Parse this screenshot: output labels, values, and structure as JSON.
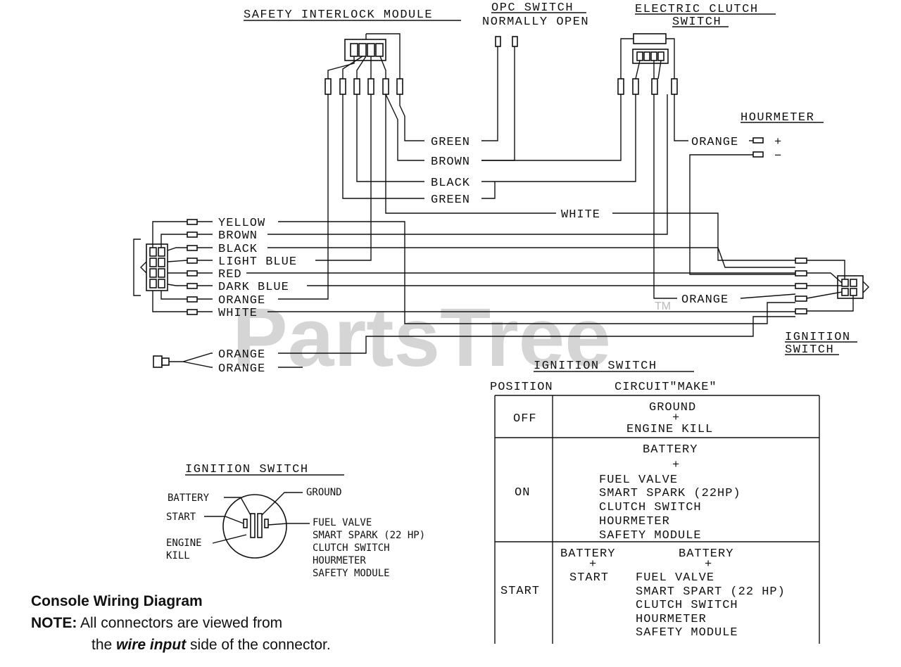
{
  "watermark": {
    "text": "PartsTree",
    "tm": "TM"
  },
  "headers": {
    "safety_module": "SAFETY INTERLOCK MODULE",
    "opc_switch_1": "OPC SWITCH",
    "opc_switch_2": "NORMALLY OPEN",
    "clutch_1": "ELECTRIC CLUTCH",
    "clutch_2": "SWITCH",
    "hourmeter": "HOURMETER",
    "ignition_right_1": "IGNITION",
    "ignition_right_2": "SWITCH",
    "ignition_small": "IGNITION SWITCH",
    "ignition_table": "IGNITION SWITCH"
  },
  "hourmeter_terms": {
    "plus": "+",
    "minus": "−"
  },
  "center_wires": {
    "green1": "GREEN",
    "brown": "BROWN",
    "black": "BLACK",
    "green2": "GREEN",
    "white": "WHITE",
    "orange_hour": "ORANGE",
    "orange_ign": "ORANGE"
  },
  "left_wires": [
    "YELLOW",
    "BROWN",
    "BLACK",
    "LIGHT BLUE",
    "RED",
    "DARK BLUE",
    "ORANGE",
    "WHITE"
  ],
  "lower_wires": [
    "ORANGE",
    "ORANGE"
  ],
  "small_diagram": {
    "battery": "BATTERY",
    "start": "START",
    "engine": "ENGINE",
    "kill": "KILL",
    "ground": "GROUND",
    "right": [
      "FUEL VALVE",
      "SMART SPARK (22 HP)",
      "CLUTCH SWITCH",
      "HOURMETER",
      "SAFETY MODULE"
    ]
  },
  "table": {
    "col_position": "POSITION",
    "col_circuit": "CIRCUIT\"MAKE\"",
    "off_label": "OFF",
    "off_lines": [
      "GROUND",
      "+",
      "ENGINE KILL"
    ],
    "on_label": "ON",
    "on_lines_centered": [
      "BATTERY",
      "+"
    ],
    "on_lines": [
      "FUEL VALVE",
      "SMART SPARK (22HP)",
      "CLUTCH SWITCH",
      "HOURMETER",
      "SAFETY MODULE"
    ],
    "start_label": "START",
    "start_left": [
      "BATTERY",
      "+",
      "START"
    ],
    "start_right_top": [
      "BATTERY",
      "+"
    ],
    "start_right": [
      "FUEL VALVE",
      "SMART SPART (22 HP)",
      "CLUTCH SWITCH",
      "HOURMETER",
      "SAFETY MODULE"
    ]
  },
  "note": {
    "title": "Console Wiring Diagram",
    "prefix": "NOTE:",
    "line1": "All connectors are viewed from",
    "line2_a": "the ",
    "line2_em": "wire input",
    "line2_b": " side of the connector."
  }
}
